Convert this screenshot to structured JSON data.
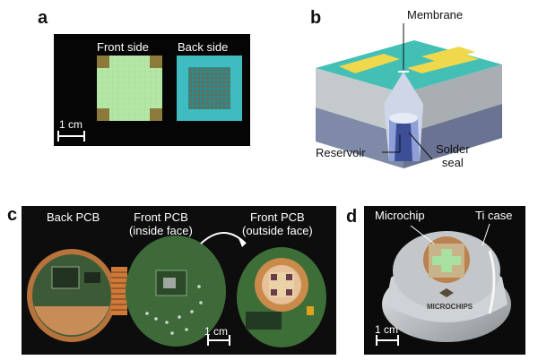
{
  "panels": {
    "a": {
      "letter": "a",
      "front_label": "Front side",
      "back_label": "Back side",
      "scale_label": "1 cm"
    },
    "b": {
      "letter": "b",
      "membrane_label": "Membrane",
      "reservoir_label": "Reservoir",
      "solder_label_line1": "Solder",
      "solder_label_line2": "seal"
    },
    "c": {
      "letter": "c",
      "back_pcb_label": "Back PCB",
      "front_pcb_inside_line1": "Front PCB",
      "front_pcb_inside_line2": "(inside face)",
      "front_pcb_outside_line1": "Front PCB",
      "front_pcb_outside_line2": "(outside face)",
      "scale_label": "1 cm"
    },
    "d": {
      "letter": "d",
      "microchip_label": "Microchip",
      "ti_case_label": "Ti case",
      "brand_label": "MICROCHIPS",
      "scale_label": "1 cm"
    }
  },
  "colors": {
    "chip_green": "#a8e6a8",
    "chip_cyan": "#4fc9c3",
    "gold": "#f2d64b",
    "pcb_green": "#2f5a2f",
    "copper": "#c9773a",
    "steel": "#c9cbcc"
  }
}
